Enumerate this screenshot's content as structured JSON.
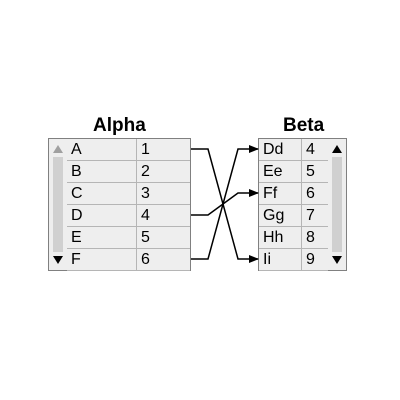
{
  "left_table": {
    "title": "Alpha",
    "rows": [
      {
        "key": "A",
        "value": "1"
      },
      {
        "key": "B",
        "value": "2"
      },
      {
        "key": "C",
        "value": "3"
      },
      {
        "key": "D",
        "value": "4"
      },
      {
        "key": "E",
        "value": "5"
      },
      {
        "key": "F",
        "value": "6"
      }
    ]
  },
  "right_table": {
    "title": "Beta",
    "rows": [
      {
        "key": "Dd",
        "value": "4"
      },
      {
        "key": "Ee",
        "value": "5"
      },
      {
        "key": "Ff",
        "value": "6"
      },
      {
        "key": "Gg",
        "value": "7"
      },
      {
        "key": "Hh",
        "value": "8"
      },
      {
        "key": "Ii",
        "value": "9"
      }
    ]
  },
  "links": [
    {
      "from": "A",
      "to": "Ii"
    },
    {
      "from": "D",
      "to": "Ff"
    },
    {
      "from": "F",
      "to": "Dd"
    }
  ]
}
